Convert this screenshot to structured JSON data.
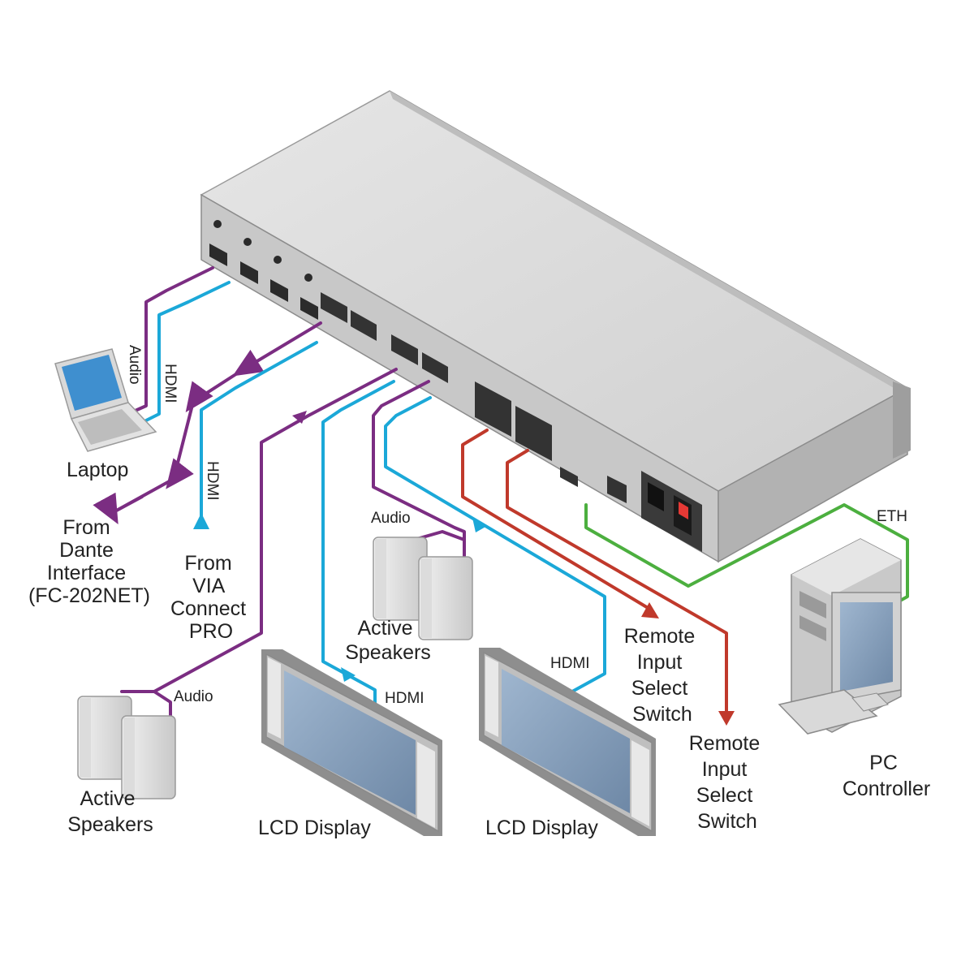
{
  "colors": {
    "audio": "#7b2d82",
    "hdmi": "#1ba8d8",
    "remote": "#c0392b",
    "eth": "#4caf3f",
    "chassis_top": "#dcdcdc",
    "chassis_front": "#c9c9c9"
  },
  "labels": {
    "laptop": "Laptop",
    "laptop_audio": "Audio",
    "laptop_hdmi": "HDMI",
    "dante_lines": [
      "From",
      "Dante",
      "Interface",
      "(FC-202NET)"
    ],
    "via_hdmi": "HDMI",
    "via_lines": [
      "From",
      "VIA",
      "Connect",
      "PRO"
    ],
    "speakers_left_audio": "Audio",
    "speakers_left_lines": [
      "Active",
      "Speakers"
    ],
    "speakers_center_audio": "Audio",
    "speakers_center_lines": [
      "Active",
      "Speakers"
    ],
    "lcd1_hdmi": "HDMI",
    "lcd1": "LCD Display",
    "lcd2_hdmi": "HDMI",
    "lcd2": "LCD Display",
    "remote1_lines": [
      "Remote",
      "Input",
      "Select",
      "Switch"
    ],
    "remote2_lines": [
      "Remote",
      "Input",
      "Select",
      "Switch"
    ],
    "eth": "ETH",
    "pc_lines": [
      "PC",
      "Controller"
    ]
  },
  "icons": [
    "laptop-icon",
    "speaker-icon",
    "lcd-display-icon",
    "pc-tower-icon",
    "switcher-device-icon"
  ]
}
